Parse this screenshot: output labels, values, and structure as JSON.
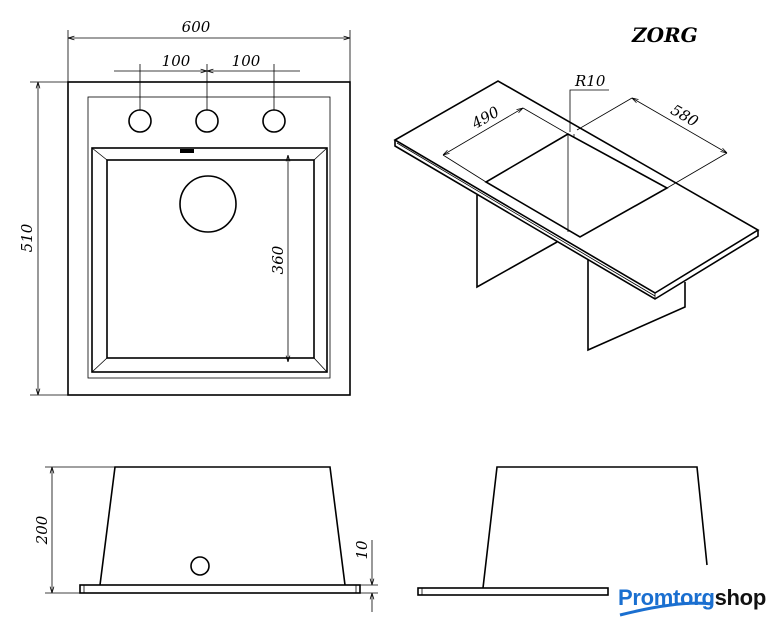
{
  "brand_title": "ZORG",
  "dimensions": {
    "width_total": "600",
    "tap_spacing_1": "100",
    "tap_spacing_2": "100",
    "height_total": "510",
    "bowl_length": "360",
    "opening_width": "490",
    "opening_depth": "580",
    "corner_radius": "R10",
    "depth": "200",
    "flange_thickness": "10"
  },
  "logo": {
    "part1": "Promtorg",
    "part2": "shop",
    "accent_color": "#1a6fd0"
  }
}
